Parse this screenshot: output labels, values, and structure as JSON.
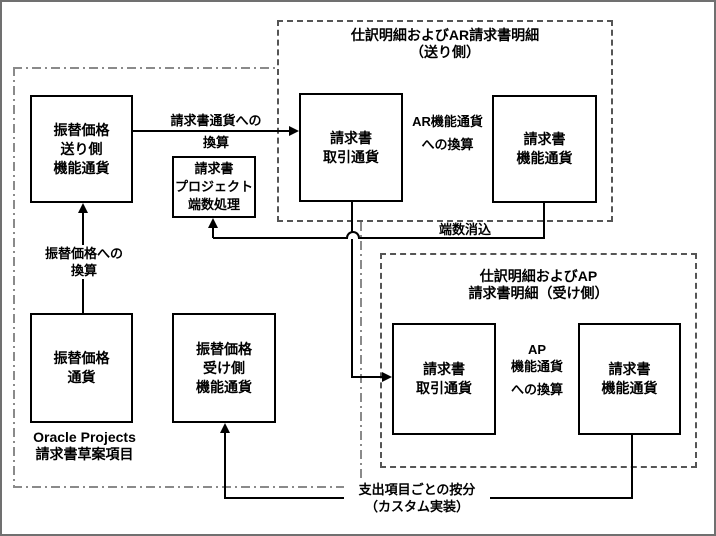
{
  "regions": {
    "left": {
      "caption_line1": "Oracle Projects",
      "caption_line2": "請求書草案項目"
    },
    "ar": {
      "title_line1": "仕訳明細およびAR請求書明細",
      "title_line2": "（送り側）"
    },
    "ap": {
      "title_line1": "仕訳明細およびAP",
      "title_line2": "請求書明細（受け側）"
    }
  },
  "boxes": {
    "tp_send": {
      "lines": [
        "振替価格",
        "送り側",
        "機能通貨"
      ]
    },
    "tp_currency": {
      "lines": [
        "振替価格",
        "通貨"
      ]
    },
    "tp_recv": {
      "lines": [
        "振替価格",
        "受け側",
        "機能通貨"
      ]
    },
    "rounding": {
      "lines": [
        "請求書",
        "プロジェクト",
        "端数処理"
      ]
    },
    "ar_txn": {
      "lines": [
        "請求書",
        "取引通貨"
      ]
    },
    "ar_func": {
      "lines": [
        "請求書",
        "機能通貨"
      ]
    },
    "ap_txn": {
      "lines": [
        "請求書",
        "取引通貨"
      ]
    },
    "ap_func": {
      "lines": [
        "請求書",
        "機能通貨"
      ]
    }
  },
  "labels": {
    "conv_invoice_line1": "請求書通貨への",
    "conv_invoice_line2": "換算",
    "conv_ar_line1": "AR機能通貨",
    "conv_ar_line2": "への換算",
    "conv_ap_line1": "AP",
    "conv_ap_line2": "機能通貨",
    "conv_ap_line3": "への換算",
    "conv_tp_line1": "振替価格への",
    "conv_tp_line2": "換算",
    "rounding_clear": "端数消込",
    "proration_line1": "支出項目ごとの按分",
    "proration_line2": "（カスタム実装）"
  },
  "colors": {
    "background": "#ffffff",
    "frame_border": "#707070",
    "solid_box_border": "#000000",
    "dashed_region_border": "#555555",
    "dashdot_region_border": "#8a8a8a",
    "text": "#000000"
  }
}
